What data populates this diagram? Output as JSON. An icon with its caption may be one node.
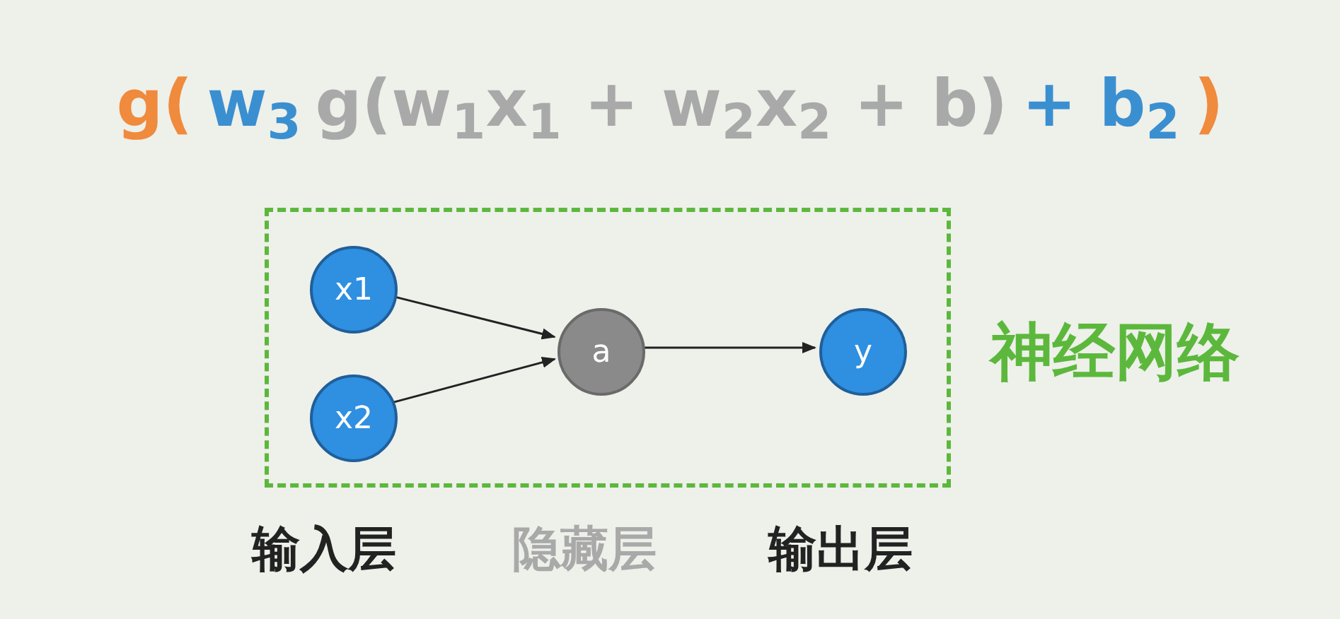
{
  "diagram": {
    "nodes": [
      {
        "text": [
          "神经网络"
        ]
      },
      {
        "text": [
          "x1"
        ],
        "in": 0
      },
      {
        "text": [
          "x2"
        ],
        "in": 0
      },
      {
        "text": [
          "a"
        ],
        "in": 0
      },
      {
        "text": [
          "y"
        ],
        "in": 0
      }
    ],
    "edges": [
      {
        "from": 1,
        "to": 3,
        "arrow": "to"
      },
      {
        "from": 2,
        "to": 3,
        "arrow": "to"
      },
      {
        "from": 3,
        "to": 4,
        "arrow": "to"
      }
    ],
    "labels": [
      "g(",
      "w$_{3}$",
      "g(w$_{1}$x$_{1}$ + w$_{2}$x$_{2}$ + b)",
      "+ b$_{2}$",
      ")",
      "输入层",
      "隐藏层",
      "输出层"
    ]
  }
}
